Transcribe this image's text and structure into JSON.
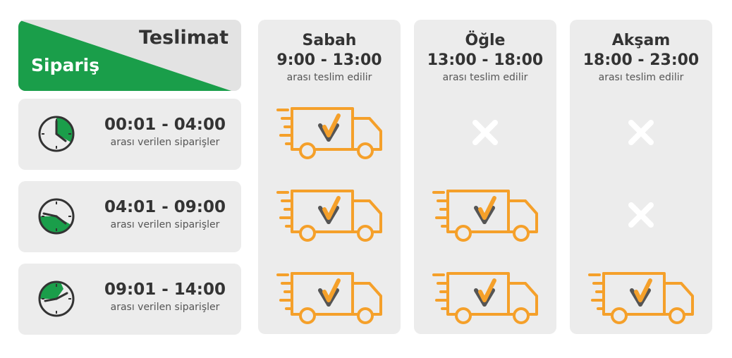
{
  "header": {
    "delivery_label": "Teslimat",
    "order_label": "Sipariş",
    "green": "#1a9e4a",
    "gray": "#e3e3e3"
  },
  "order_windows": [
    {
      "time": "00:01 - 04:00",
      "sub": "arası verilen siparişler"
    },
    {
      "time": "04:01 - 09:00",
      "sub": "arası verilen siparişler"
    },
    {
      "time": "09:01 - 14:00",
      "sub": "arası verilen siparişler"
    }
  ],
  "delivery_windows": [
    {
      "name": "Sabah",
      "range": "9:00 - 13:00",
      "sub": "arası teslim edilir"
    },
    {
      "name": "Öğle",
      "range": "13:00 - 18:00",
      "sub": "arası teslim edilir"
    },
    {
      "name": "Akşam",
      "range": "18:00 - 23:00",
      "sub": "arası teslim edilir"
    }
  ],
  "availability": [
    [
      "truck-icon",
      "cross-icon",
      "cross-icon"
    ],
    [
      "truck-icon",
      "truck-icon",
      "cross-icon"
    ],
    [
      "truck-icon",
      "truck-icon",
      "truck-icon"
    ]
  ],
  "colors": {
    "orange": "#f5a02a",
    "dark_check": "#555555",
    "card_bg": "#ececec",
    "cross": "#ffffff"
  }
}
